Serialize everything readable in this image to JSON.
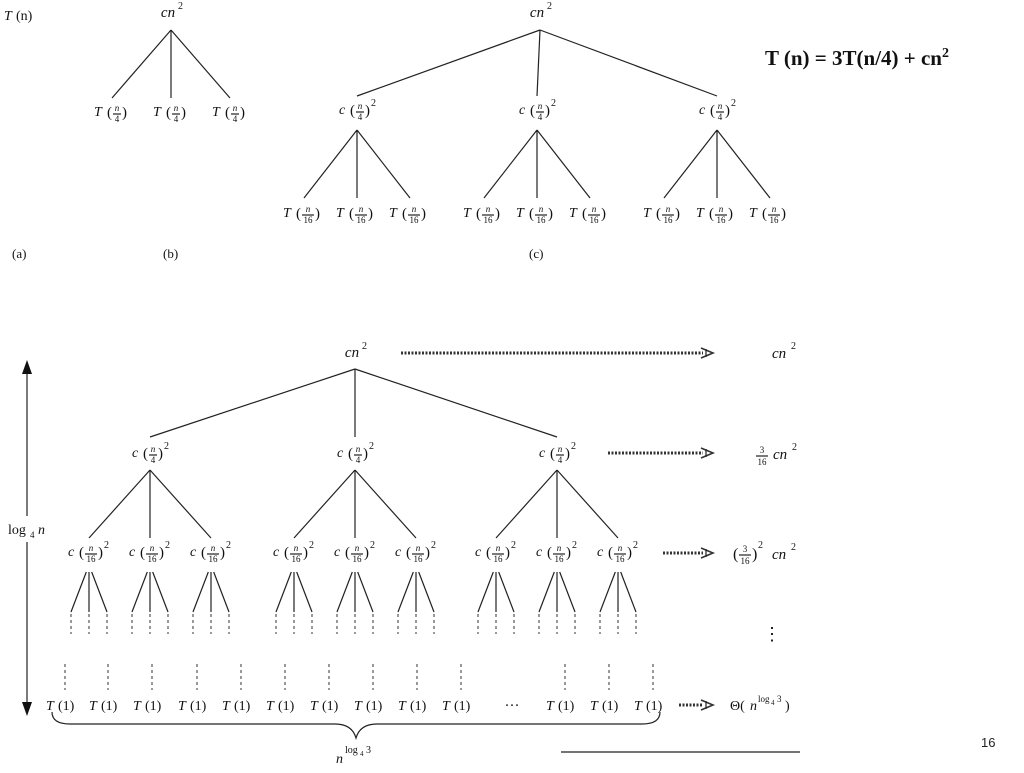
{
  "slide": {
    "formula": {
      "pre": "T (n) = 3T(n/4) + cn",
      "sup": "2"
    },
    "page_number": "16"
  },
  "panels": {
    "a": "(a)",
    "b": "(b)",
    "c": "(c)"
  },
  "labels": {
    "Tn": {
      "T": "T",
      "arg": "(n)"
    },
    "cn2": {
      "main": "cn",
      "sup": "2"
    },
    "T_n4": {
      "T": "T",
      "num": "n",
      "den": "4"
    },
    "c_n4": {
      "c": "c",
      "num": "n",
      "den": "4",
      "sup": "2"
    },
    "T_n16": {
      "T": "T",
      "num": "n",
      "den": "16"
    },
    "c_n16": {
      "c": "c",
      "num": "n",
      "den": "16",
      "sup": "2"
    },
    "T1": {
      "T": "T",
      "arg": "(1)"
    },
    "ellipsis": "···",
    "vdots": "⋮",
    "log4n": {
      "pre": "log",
      "sub": "4",
      "var": "n"
    },
    "nlog": {
      "base": "n",
      "sup": "log",
      "supsub": "4",
      "suptail": "3"
    }
  },
  "level_costs": {
    "level0": {
      "main": "cn",
      "sup": "2"
    },
    "level1": {
      "num": "3",
      "den": "16",
      "main": "cn",
      "sup": "2"
    },
    "level2": {
      "num": "3",
      "den": "16",
      "outer_sup": "2",
      "main": "cn",
      "sup": "2"
    },
    "leaves": {
      "theta": "Θ(",
      "n": "n",
      "sup": "log",
      "supsub": "4",
      "suptail": "3",
      "close": ")"
    }
  }
}
